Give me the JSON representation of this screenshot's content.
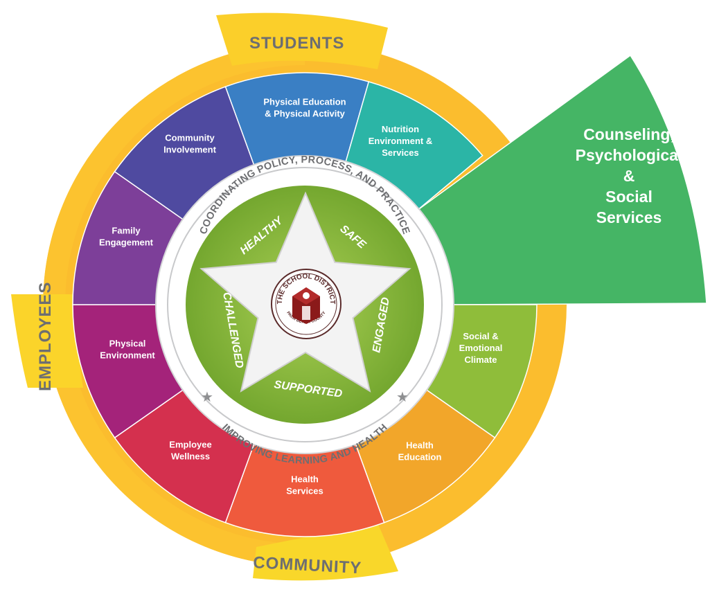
{
  "outer_ring": {
    "students": "STUDENTS",
    "employees": "EMPLOYEES",
    "community": "COMMUNITY"
  },
  "segments": [
    {
      "label": [
        "Physical Education",
        "& Physical Activity"
      ],
      "color": "#3a7fc4"
    },
    {
      "label": [
        "Nutrition",
        "Environment &",
        "Services"
      ],
      "color": "#2bb5a6"
    },
    {
      "label": [
        "Counseling,",
        "Psychological",
        "&",
        "Social",
        "Services"
      ],
      "color": "#45b565"
    },
    {
      "label": [
        "Social &",
        "Emotional",
        "Climate"
      ],
      "color": "#8fbd3a"
    },
    {
      "label": [
        "Health",
        "Education"
      ],
      "color": "#f2a62a"
    },
    {
      "label": [
        "Health",
        "Services"
      ],
      "color": "#ef5a3d"
    },
    {
      "label": [
        "Employee",
        "Wellness"
      ],
      "color": "#d4304e"
    },
    {
      "label": [
        "Physical",
        "Environment"
      ],
      "color": "#a4237a"
    },
    {
      "label": [
        "Family",
        "Engagement"
      ],
      "color": "#7d3f99"
    },
    {
      "label": [
        "Community",
        "Involvement"
      ],
      "color": "#4f4aa0"
    }
  ],
  "band": {
    "top": "COORDINATING POLICY, PROCESS, AND PRACTICE",
    "bottom": "IMPROVING LEARNING AND HEALTH"
  },
  "star_words": [
    "HEALTHY",
    "SAFE",
    "ENGAGED",
    "SUPPORTED",
    "CHALLENGED"
  ],
  "seal": {
    "top": "THE SCHOOL DISTRICT",
    "bottom": "PALM BEACH COUNTY"
  }
}
